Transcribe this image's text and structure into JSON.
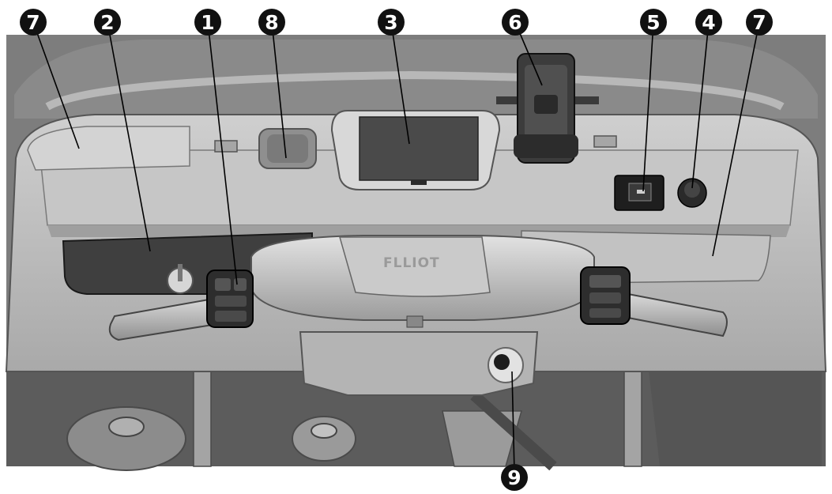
{
  "diagram": {
    "brand_mark": "FLLIOT",
    "colors": {
      "background": "#ffffff",
      "scene_dark": "#6f6f6f",
      "panel": "#bdbdbd",
      "panel_light": "#d4d4d4",
      "part_dark": "#3a3a3a",
      "callout_fill": "#111111",
      "leader_line": "#000000"
    },
    "callouts": [
      {
        "id": "c7a",
        "label": "7",
        "target": "upper-left-cover"
      },
      {
        "id": "c2",
        "label": "2",
        "target": "left-glove-box"
      },
      {
        "id": "c1",
        "label": "1",
        "target": "left-switch-cluster"
      },
      {
        "id": "c8",
        "label": "8",
        "target": "cup-holder-recess"
      },
      {
        "id": "c3",
        "label": "3",
        "target": "instrument-display"
      },
      {
        "id": "c6",
        "label": "6",
        "target": "phone-holder"
      },
      {
        "id": "c5",
        "label": "5",
        "target": "usb-port"
      },
      {
        "id": "c4",
        "label": "4",
        "target": "power-socket"
      },
      {
        "id": "c7b",
        "label": "7",
        "target": "right-storage-compartment"
      },
      {
        "id": "c9",
        "label": "9",
        "target": "steering-lock-key"
      }
    ]
  }
}
